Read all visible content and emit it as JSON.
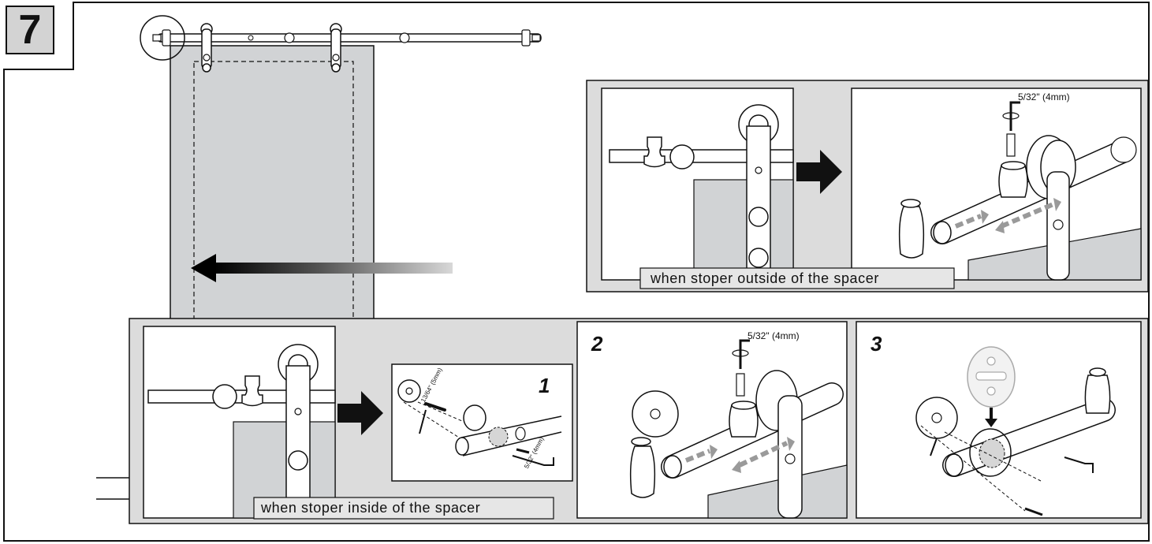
{
  "step": {
    "number": "7"
  },
  "top_panel": {
    "caption": "when  stoper  outside of  the spacer",
    "wrench_size": "5/32\" (4mm)"
  },
  "bottom_panel": {
    "caption": "when  stoper  inside of the spacer",
    "sub_steps": [
      {
        "number": "1",
        "dim_a": "13/64\" (5mm)",
        "dim_b": "5/32\" (4mm)"
      },
      {
        "number": "2",
        "wrench_size": "5/32\" (4mm)"
      },
      {
        "number": "3"
      }
    ]
  },
  "colors": {
    "line": "#111111",
    "door_gray": "#d1d3d5",
    "panel_gray": "#dcdcdc",
    "arrow_gray": "#9a9a9a",
    "white": "#ffffff"
  }
}
